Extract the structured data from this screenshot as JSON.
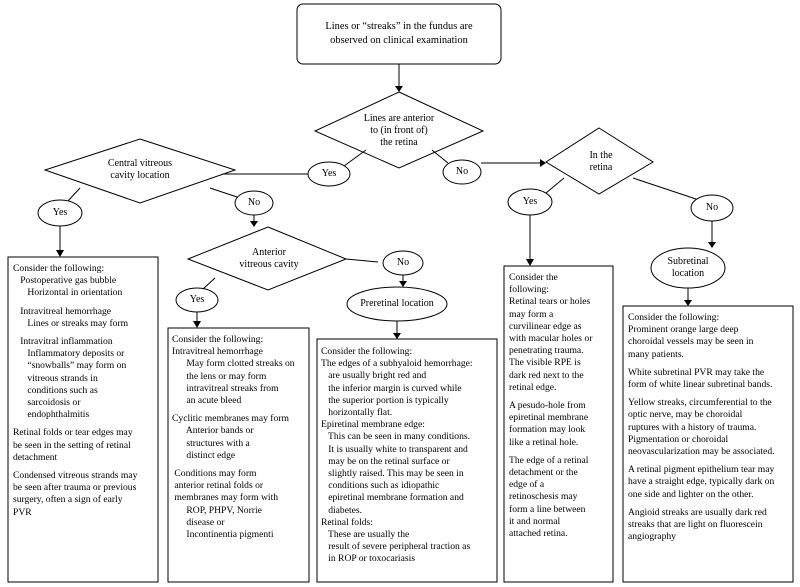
{
  "start": "Lines or “streaks” in the fundus are\nobserved on clinical examination",
  "decisions": {
    "anterior": "Lines are anterior\nto (in front of)\nthe retina",
    "central": "Central vitreous\ncavity location",
    "anterior_vitreous": "Anterior\nvitreous cavity",
    "in_retina": "In the\nretina"
  },
  "answers": {
    "anterior_yes": "Yes",
    "anterior_no": "No",
    "central_yes": "Yes",
    "central_no": "No",
    "av_yes": "Yes",
    "av_no": "No",
    "retina_yes": "Yes",
    "retina_no": "No"
  },
  "locations": {
    "preretinal": "Preretinal location",
    "subretinal": "Subretinal\nlocation"
  },
  "boxes": {
    "central": [
      "Consider the following:",
      "   Postoperative gas bubble",
      "      Horizontal in orientation",
      "",
      "   Intravitreal hemorrhage",
      "      Lines or streaks may form",
      "",
      "   Intravitral inflammation",
      "      Inflammatory deposits or",
      "      “snowballs” may form on",
      "      vitreous strands in",
      "      conditions such as",
      "      sarcoidosis or",
      "      endophthalmitis",
      "",
      "Retinal folds or tear edges may",
      "be seen in the setting of retinal",
      "detachment",
      "",
      "Condensed vitreous strands may",
      "be seen after trauma or previous",
      "surgery, often a sign of early",
      "PVR"
    ],
    "anterior_vitreous": [
      "Consider the following:",
      "Intravitreal hemorrhage",
      "      May form clotted streaks on",
      "      the lens or may form",
      "      intravitreal streaks from",
      "      an acute bleed",
      "",
      "Cyclitic membranes may form",
      "      Anterior bands or",
      "      structures with a",
      "      distinct edge",
      "",
      " Conditions may form",
      " anterior retinal folds or",
      " membranes may form with",
      "      ROP, PHPV, Norrie",
      "      disease or",
      "      Incontinentia pigmenti"
    ],
    "preretinal": [
      "Consider the following:",
      "The edges of a subhyaloid hemorrhage:",
      "   are usually bright red and",
      "   the inferior margin is curved while",
      "   the superior portion is typically",
      "   horizontally flat.",
      "Epiretinal membrane edge:",
      "   This can be seen in many conditions.",
      "   It is usually white to transparent and",
      "   may be on the retinal surface or",
      "   slightly raised. This may be seen in",
      "   conditions such as idiopathic",
      "   epiretinal membrane formation and",
      "   diabetes.",
      "Retinal folds:",
      "   These are usually the",
      "   result of severe peripheral traction as",
      "   in ROP or toxocariasis"
    ],
    "retina": [
      "Consider the",
      "following:",
      "Retinal tears or holes",
      "may form a",
      "curvilinear edge as",
      "with macular holes or",
      "penetrating trauma.",
      "The visible RPE is",
      "dark red next to the",
      "retinal edge.",
      "",
      "A pesudo-hole from",
      "epiretinal membrane",
      "formation may look",
      "like a retinal hole.",
      "",
      "The edge of a retinal",
      "detachment or the",
      "edge of a",
      "retinoschesis may",
      "form a line between",
      "it and normal",
      "attached retina."
    ],
    "subretinal": [
      "Consider the following:",
      "Prominent orange large deep",
      "choroidal vessels may be seen in",
      "many patients.",
      "",
      "White subretinal PVR may take the",
      "form of white linear subretinal bands.",
      "",
      "Yellow streaks, circumferential to the",
      "optic nerve, may be choroidal",
      "ruptures with a history of trauma.",
      "Pigmentation or choroidal",
      "neovascularization may be associated.",
      "",
      "A retinal pigment epithelium tear may",
      "have a straight edge, typically dark on",
      "one side and lighter on the other.",
      "",
      "Angioid streaks are usually dark red",
      "streaks that are light on fluorescein",
      "angiography"
    ]
  }
}
